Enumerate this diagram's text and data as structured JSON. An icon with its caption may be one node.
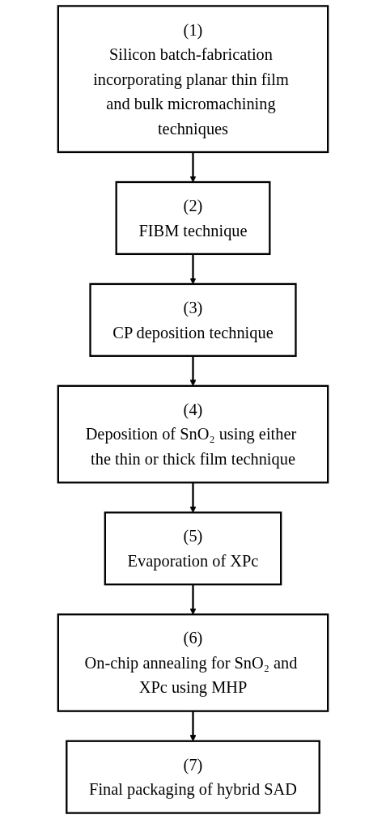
{
  "diagram": {
    "nodes": [
      {
        "text": [
          "(1)",
          "Silicon batch-fabrication incorporating planar thin film and bulk micromachining techniques"
        ]
      },
      {
        "text": [
          "(2)",
          "FIBM technique"
        ]
      },
      {
        "text": [
          "(3)",
          "CP deposition technique"
        ]
      },
      {
        "text": [
          "(4)",
          "Deposition of SnO₂ using either the thin or thick film technique"
        ]
      },
      {
        "text": [
          "(5)",
          "Evaporation of XPc"
        ]
      },
      {
        "text": [
          "(6)",
          "On-chip annealing for SnO₂ and XPc using MHP"
        ]
      },
      {
        "text": [
          "(7)",
          "Final packaging of hybrid SAD"
        ]
      }
    ],
    "edges": [
      {
        "from": 0,
        "to": 1,
        "arrow": "to"
      },
      {
        "from": 1,
        "to": 2,
        "arrow": "to"
      },
      {
        "from": 2,
        "to": 3,
        "arrow": "to"
      },
      {
        "from": 3,
        "to": 4,
        "arrow": "to"
      },
      {
        "from": 4,
        "to": 5,
        "arrow": "to"
      },
      {
        "from": 5,
        "to": 6,
        "arrow": "to"
      }
    ]
  }
}
